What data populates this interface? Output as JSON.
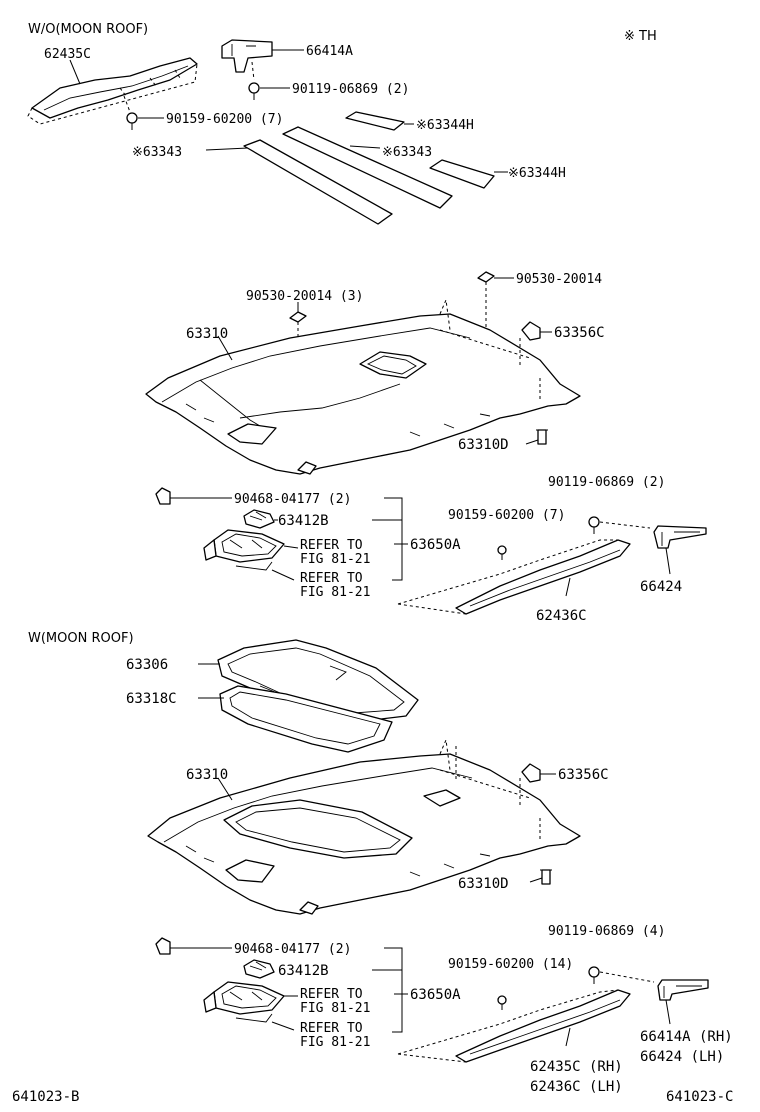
{
  "header": {
    "wo_moon_roof": "W/O(MOON ROOF)",
    "th_note": "※ TH",
    "w_moon_roof": "W(MOON ROOF)"
  },
  "top_section": {
    "p_62435C": "62435C",
    "p_66414A": "66414A",
    "p_90119_2": "90119-06869 (2)",
    "p_90159_7": "90159-60200 (7)",
    "p_63344H_a": "※63344H",
    "p_63343_b": "※63343",
    "p_63343_a": "※63343",
    "p_63344H_b": "※63344H"
  },
  "mid_section": {
    "p_90530_single": "90530-20014",
    "p_90530_3": "90530-20014 (3)",
    "p_63310": "63310",
    "p_63356C": "63356C",
    "p_63310D": "63310D",
    "p_90468_2": "90468-04177 (2)",
    "p_90119_2": "90119-06869 (2)",
    "p_90159_7": "90159-60200 (7)",
    "p_63412B": "63412B",
    "refer_a1": "REFER TO",
    "refer_a2": "FIG 81-21",
    "refer_b1": "REFER TO",
    "refer_b2": "FIG 81-21",
    "p_63650A": "63650A",
    "p_62436C": "62436C",
    "p_66424": "66424"
  },
  "bottom_section": {
    "p_63306": "63306",
    "p_63318C": "63318C",
    "p_63310": "63310",
    "p_63356C": "63356C",
    "p_63310D": "63310D",
    "p_90119_4": "90119-06869 (4)",
    "p_90468_2": "90468-04177 (2)",
    "p_90159_14": "90159-60200 (14)",
    "p_63412B": "63412B",
    "refer_a1": "REFER TO",
    "refer_a2": "FIG 81-21",
    "refer_b1": "REFER TO",
    "refer_b2": "FIG 81-21",
    "p_63650A": "63650A",
    "p_66414A_rh": "66414A (RH)",
    "p_66424_lh": "66424  (LH)",
    "p_62435C_rh": "62435C (RH)",
    "p_62436C_lh": "62436C (LH)"
  },
  "footer": {
    "code_left": "641023-B",
    "code_right": "641023-C"
  }
}
